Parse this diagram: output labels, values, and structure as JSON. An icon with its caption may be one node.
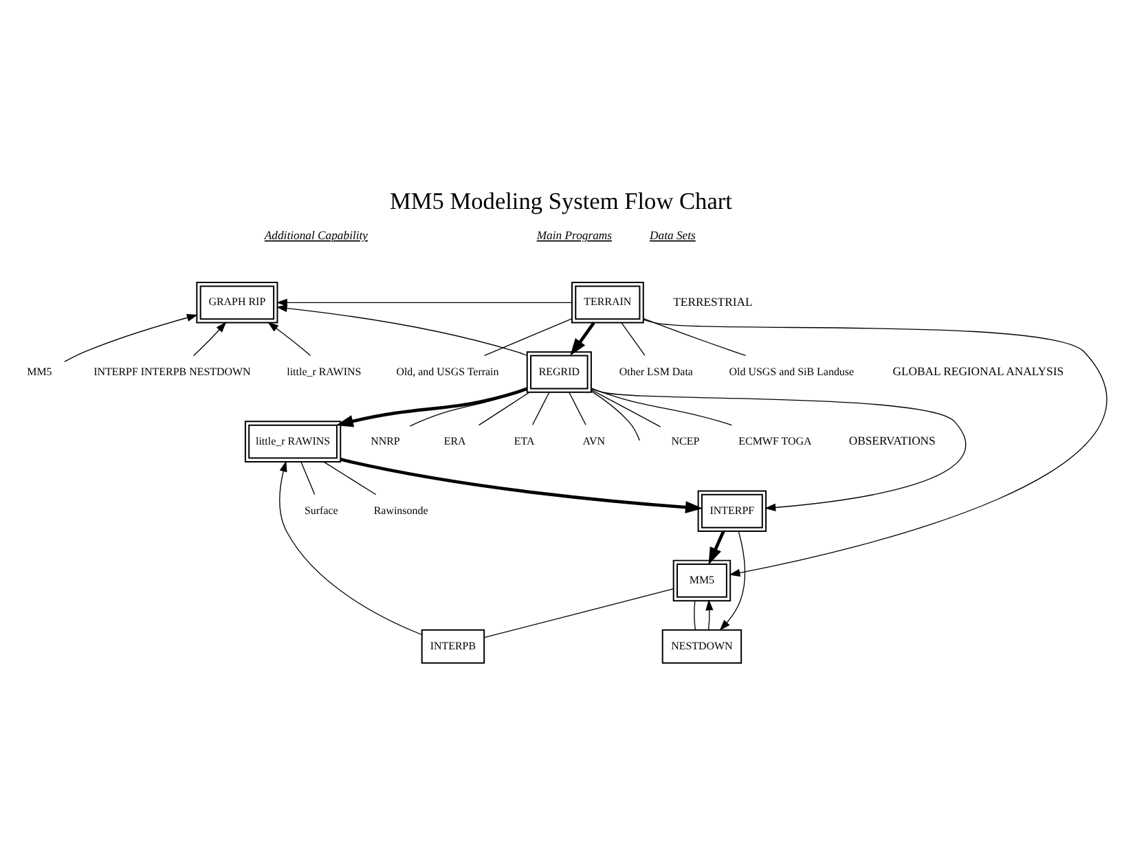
{
  "diagram": {
    "title": "MM5 Modeling System Flow Chart",
    "nodes": [
      {
        "text": [
          "GRAPH RIP"
        ]
      },
      {
        "text": [
          "TERRAIN"
        ]
      },
      {
        "text": [
          "REGRID"
        ]
      },
      {
        "text": [
          "little_r RAWINS"
        ]
      },
      {
        "text": [
          "INTERPF"
        ]
      },
      {
        "text": [
          "MM5"
        ]
      },
      {
        "text": [
          "INTERPB"
        ]
      },
      {
        "text": [
          "NESTDOWN"
        ]
      },
      {
        "text": [
          "MM5"
        ]
      },
      {
        "text": [
          "INTERPF INTERPB NESTDOWN"
        ]
      },
      {
        "text": [
          "little_r RAWINS"
        ]
      },
      {
        "text": [
          "Old USGS and SiB Landuse"
        ]
      },
      {
        "text": [
          "Old, and USGS Terrain"
        ]
      },
      {
        "text": [
          "Other LSM Data"
        ]
      },
      {
        "text": [
          "NCEP"
        ]
      },
      {
        "text": [
          "ECMWF TOGA"
        ]
      },
      {
        "text": [
          "NNRP"
        ]
      },
      {
        "text": [
          "ERA"
        ]
      },
      {
        "text": [
          "ETA"
        ]
      },
      {
        "text": [
          "AVN"
        ]
      },
      {
        "text": [
          "Surface"
        ]
      },
      {
        "text": [
          "Rawinsonde"
        ]
      }
    ],
    "edges": [
      {
        "from": 1,
        "to": 0,
        "arrow": "to"
      },
      {
        "from": 2,
        "to": 0,
        "arrow": "to"
      },
      {
        "from": 8,
        "to": 0,
        "arrow": "to"
      },
      {
        "from": 9,
        "to": 0,
        "arrow": "to"
      },
      {
        "from": 10,
        "to": 0,
        "arrow": "to"
      },
      {
        "from": 1,
        "to": 2,
        "arrow": "to",
        "style": "thick"
      },
      {
        "from": 1,
        "to": 5,
        "arrow": "to"
      },
      {
        "from": 2,
        "to": 3,
        "arrow": "to",
        "style": "thick"
      },
      {
        "from": 2,
        "to": 4,
        "arrow": "to"
      },
      {
        "from": 6,
        "to": 3,
        "arrow": "to"
      },
      {
        "from": 3,
        "to": 4,
        "arrow": "to",
        "style": "thick"
      },
      {
        "from": 4,
        "to": 5,
        "arrow": "to",
        "style": "thick"
      },
      {
        "from": 4,
        "to": 7,
        "arrow": "to"
      },
      {
        "from": 5,
        "to": 6,
        "arrow": "none"
      },
      {
        "from": 5,
        "to": 7,
        "arrow": "none"
      },
      {
        "from": 7,
        "to": 5,
        "arrow": "to"
      },
      {
        "from": 1,
        "to": 11,
        "arrow": "none"
      },
      {
        "from": 1,
        "to": 12,
        "arrow": "none"
      },
      {
        "from": 1,
        "to": 13,
        "arrow": "none"
      },
      {
        "from": 2,
        "to": 14,
        "arrow": "none"
      },
      {
        "from": 2,
        "to": 15,
        "arrow": "none"
      },
      {
        "from": 2,
        "to": 16,
        "arrow": "none"
      },
      {
        "from": 2,
        "to": 17,
        "arrow": "none"
      },
      {
        "from": 2,
        "to": 18,
        "arrow": "none"
      },
      {
        "from": 2,
        "to": 19,
        "arrow": "none"
      },
      {
        "from": 2,
        "to": null,
        "arrow": "none"
      },
      {
        "from": 3,
        "to": 20,
        "arrow": "none"
      },
      {
        "from": 3,
        "to": 21,
        "arrow": "none"
      }
    ],
    "labels": [
      "Additional Capability",
      "Main Programs",
      "Data Sets",
      "TERRESTRIAL",
      "GLOBAL REGIONAL ANALYSIS",
      "OBSERVATIONS"
    ]
  }
}
